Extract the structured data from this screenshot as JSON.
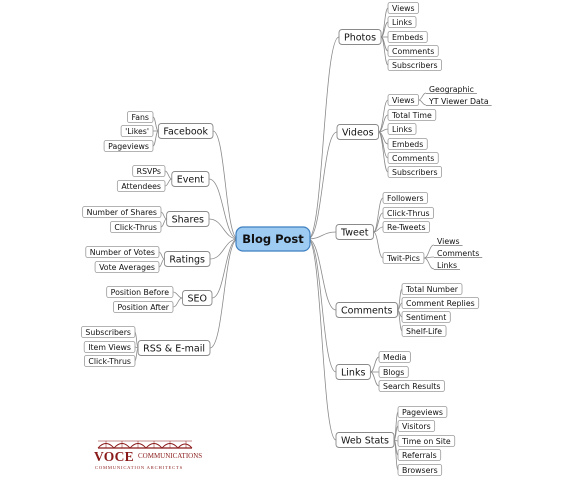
{
  "root": "Blog Post",
  "branches": [
    {
      "id": "photos",
      "label": "Photos",
      "children": [
        {
          "label": "Views"
        },
        {
          "label": "Links"
        },
        {
          "label": "Embeds"
        },
        {
          "label": "Comments"
        },
        {
          "label": "Subscribers"
        }
      ]
    },
    {
      "id": "videos",
      "label": "Videos",
      "children": [
        {
          "label": "Views",
          "children": [
            {
              "label": "Geographic"
            },
            {
              "label": "YT Viewer Data"
            }
          ]
        },
        {
          "label": "Total Time"
        },
        {
          "label": "Links"
        },
        {
          "label": "Embeds"
        },
        {
          "label": "Comments"
        },
        {
          "label": "Subscribers"
        }
      ]
    },
    {
      "id": "tweet",
      "label": "Tweet",
      "children": [
        {
          "label": "Followers"
        },
        {
          "label": "Click-Thrus"
        },
        {
          "label": "Re-Tweets"
        },
        {
          "label": "Twit-Pics",
          "children": [
            {
              "label": "Views"
            },
            {
              "label": "Comments"
            },
            {
              "label": "Links"
            }
          ]
        }
      ]
    },
    {
      "id": "comments",
      "label": "Comments",
      "children": [
        {
          "label": "Total Number"
        },
        {
          "label": "Comment Replies"
        },
        {
          "label": "Sentiment"
        },
        {
          "label": "Shelf-Life"
        }
      ]
    },
    {
      "id": "links",
      "label": "Links",
      "children": [
        {
          "label": "Media"
        },
        {
          "label": "Blogs"
        },
        {
          "label": "Search Results"
        }
      ]
    },
    {
      "id": "webstats",
      "label": "Web Stats",
      "children": [
        {
          "label": "Pageviews"
        },
        {
          "label": "Visitors"
        },
        {
          "label": "Time on Site"
        },
        {
          "label": "Referrals"
        },
        {
          "label": "Browsers"
        }
      ]
    },
    {
      "id": "facebook",
      "label": "Facebook",
      "children": [
        {
          "label": "Fans"
        },
        {
          "label": "'Likes'"
        },
        {
          "label": "Pageviews"
        }
      ]
    },
    {
      "id": "event",
      "label": "Event",
      "children": [
        {
          "label": "RSVPs"
        },
        {
          "label": "Attendees"
        }
      ]
    },
    {
      "id": "shares",
      "label": "Shares",
      "children": [
        {
          "label": "Number of Shares"
        },
        {
          "label": "Click-Thrus"
        }
      ]
    },
    {
      "id": "ratings",
      "label": "Ratings",
      "children": [
        {
          "label": "Number of Votes"
        },
        {
          "label": "Vote Averages"
        }
      ]
    },
    {
      "id": "seo",
      "label": "SEO",
      "children": [
        {
          "label": "Position Before"
        },
        {
          "label": "Position After"
        }
      ]
    },
    {
      "id": "rss",
      "label": "RSS & E-mail",
      "children": [
        {
          "label": "Subscribers"
        },
        {
          "label": "Item Views"
        },
        {
          "label": "Click-Thrus"
        }
      ]
    }
  ],
  "logo": {
    "name": "VOCE",
    "side": "COMMUNICATIONS",
    "tagline": "COMMUNICATION ARCHITECTS",
    "color": "#8a1a1a"
  },
  "colors": {
    "root_fill": "#9dcbf2",
    "root_border": "#3f7fc0",
    "line": "#8a8a8a"
  }
}
